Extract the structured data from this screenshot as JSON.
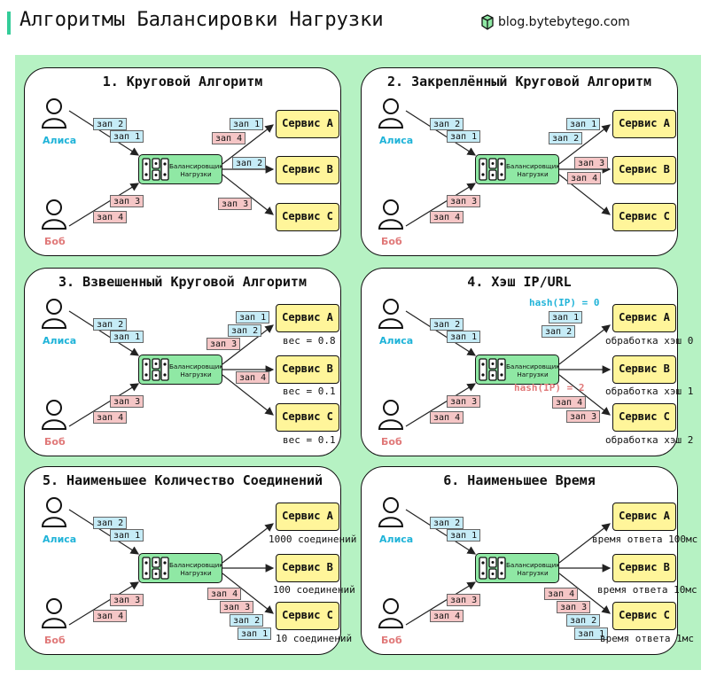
{
  "header": {
    "title": "Алгоритмы Балансировки Нагрузки",
    "site": "blog.bytebytego.com"
  },
  "common": {
    "alice": "Алиса",
    "bob": "Боб",
    "lb_line1": "Балансировщик",
    "lb_line2": "Нагрузки",
    "req1": "зап 1",
    "req2": "зап 2",
    "req3": "зап 3",
    "req4": "зап 4",
    "svc_a": "Сервис A",
    "svc_b": "Сервис B",
    "svc_c": "Сервис C"
  },
  "panels": [
    {
      "title": "1. Круговой Алгоритм"
    },
    {
      "title": "2. Закреплённый Круговой Алгоритм"
    },
    {
      "title": "3. Взвешенный Круговой Алгоритм",
      "notes": [
        "вес = 0.8",
        "вес = 0.1",
        "вес = 0.1"
      ]
    },
    {
      "title": "4. Хэш IP/URL",
      "notes": [
        "обработка хэш 0",
        "обработка хэш 1",
        "обработка хэш 2"
      ],
      "hash_a": "hash(IP) = 0",
      "hash_b": "hash(IP) = 2"
    },
    {
      "title": "5. Наименьшее Количество Соединений",
      "notes": [
        "1000 соединений",
        "100 соединений",
        "10 соединений"
      ]
    },
    {
      "title": "6. Наименьшее Время",
      "notes": [
        "время ответа 100мс",
        "время ответа 10мс",
        "время ответа 1мс"
      ]
    }
  ],
  "colors": {
    "background": "#b6f2c3",
    "alice": "#1fb3d8",
    "bob": "#e07878",
    "lb": "#8fe8a4",
    "service": "#fff59a",
    "accent": "#33cc99"
  }
}
